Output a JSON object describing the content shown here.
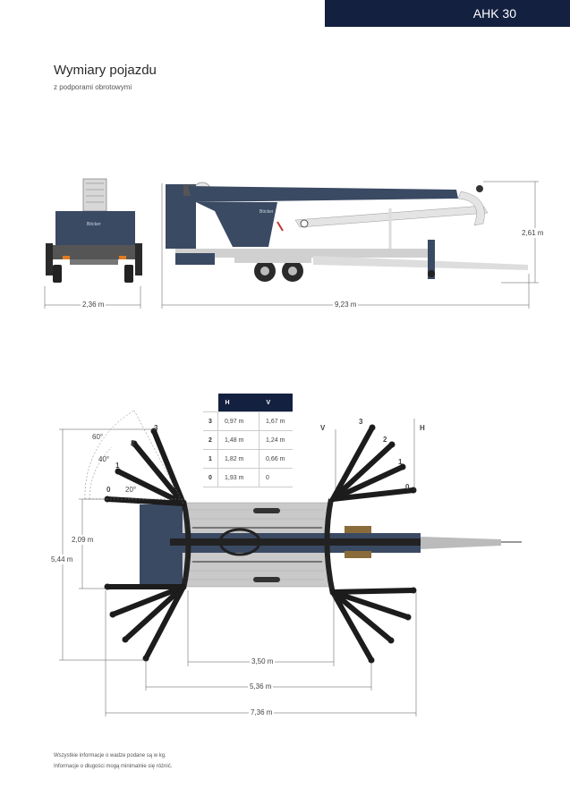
{
  "header": {
    "model": "AHK 30"
  },
  "page": {
    "title": "Wymiary pojazdu",
    "subtitle": "z podporami obrotowymi"
  },
  "side_views": {
    "width_label": "2,36 m",
    "length_label": "9,23 m",
    "height_label": "2,61 m",
    "brand_on_vehicle": "Böcker"
  },
  "top_view": {
    "outrigger_numbers": [
      "3",
      "2",
      "1",
      "0"
    ],
    "angles": [
      "60°",
      "40°",
      "20°"
    ],
    "axis_v": "V",
    "axis_h": "H",
    "dim_2_09": "2,09 m",
    "dim_5_44": "5,44 m",
    "dim_3_50": "3,50 m",
    "dim_5_36": "5,36 m",
    "dim_7_36": "7,36 m"
  },
  "table": {
    "headers": [
      "",
      "H",
      "V"
    ],
    "rows": [
      {
        "pos": "3",
        "h": "0,97 m",
        "v": "1,67 m"
      },
      {
        "pos": "2",
        "h": "1,48 m",
        "v": "1,24 m"
      },
      {
        "pos": "1",
        "h": "1,82 m",
        "v": "0,66 m"
      },
      {
        "pos": "0",
        "h": "1,93 m",
        "v": "0"
      }
    ]
  },
  "footer": {
    "line1": "Wszystkie informacje o wadze podane są w kg.",
    "line2": "Informacje o długości mogą minimalnie się różnić."
  },
  "colors": {
    "navy": "#132040",
    "vehicle_blue": "#3b4a63",
    "outrigger": "#1c1c1c"
  }
}
